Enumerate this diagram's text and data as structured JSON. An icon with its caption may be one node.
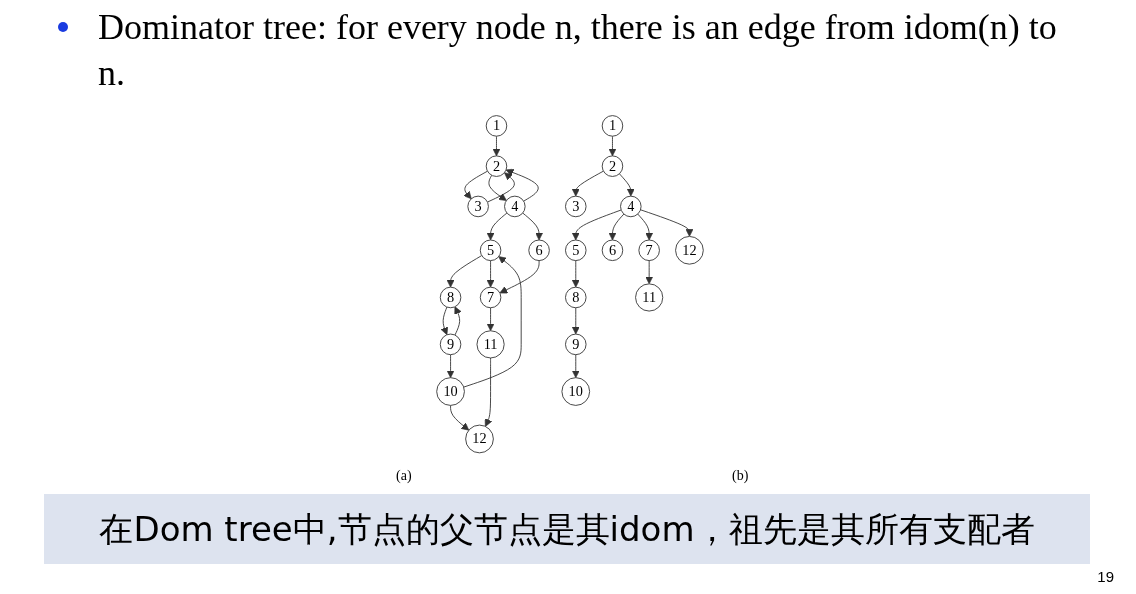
{
  "diagram": {
    "title": "Dominator tree: for every node n, there is an edge from idom(n) to n.",
    "caption": "在Dom tree中,节点的父节点是其idom，祖先是其所有支配者",
    "nodes": [
      {
        "text": [
          "1"
        ]
      },
      {
        "text": [
          "2"
        ]
      },
      {
        "text": [
          "3"
        ]
      },
      {
        "text": [
          "4"
        ]
      },
      {
        "text": [
          "5"
        ]
      },
      {
        "text": [
          "6"
        ]
      },
      {
        "text": [
          "8"
        ]
      },
      {
        "text": [
          "7"
        ]
      },
      {
        "text": [
          "9"
        ]
      },
      {
        "text": [
          "11"
        ]
      },
      {
        "text": [
          "10"
        ]
      },
      {
        "text": [
          "12"
        ]
      },
      {
        "text": [
          "1"
        ]
      },
      {
        "text": [
          "2"
        ]
      },
      {
        "text": [
          "3"
        ]
      },
      {
        "text": [
          "4"
        ]
      },
      {
        "text": [
          "5"
        ]
      },
      {
        "text": [
          "6"
        ]
      },
      {
        "text": [
          "7"
        ]
      },
      {
        "text": [
          "12"
        ]
      },
      {
        "text": [
          "8"
        ]
      },
      {
        "text": [
          "11"
        ]
      },
      {
        "text": [
          "9"
        ]
      },
      {
        "text": [
          "10"
        ]
      }
    ],
    "edges": [
      {
        "from": 0,
        "to": 1,
        "arrow": "to"
      },
      {
        "from": 1,
        "to": 2,
        "arrow": "to"
      },
      {
        "from": 2,
        "to": 1,
        "arrow": "to"
      },
      {
        "from": 1,
        "to": 3,
        "arrow": "to"
      },
      {
        "from": 3,
        "to": 1,
        "arrow": "to"
      },
      {
        "from": 3,
        "to": 4,
        "arrow": "to"
      },
      {
        "from": 3,
        "to": 5,
        "arrow": "to"
      },
      {
        "from": 4,
        "to": 6,
        "arrow": "to"
      },
      {
        "from": 4,
        "to": 7,
        "arrow": "to"
      },
      {
        "from": 5,
        "to": 7,
        "arrow": "to"
      },
      {
        "from": 6,
        "to": 8,
        "arrow": "to"
      },
      {
        "from": 8,
        "to": 6,
        "arrow": "to"
      },
      {
        "from": 7,
        "to": 9,
        "arrow": "to"
      },
      {
        "from": 8,
        "to": 10,
        "arrow": "to"
      },
      {
        "from": 10,
        "to": 4,
        "arrow": "to"
      },
      {
        "from": 9,
        "to": 11,
        "arrow": "to"
      },
      {
        "from": 10,
        "to": 11,
        "arrow": "to"
      },
      {
        "from": 12,
        "to": 13,
        "arrow": "to"
      },
      {
        "from": 13,
        "to": 14,
        "arrow": "to"
      },
      {
        "from": 13,
        "to": 15,
        "arrow": "to"
      },
      {
        "from": 15,
        "to": 16,
        "arrow": "to"
      },
      {
        "from": 15,
        "to": 17,
        "arrow": "to"
      },
      {
        "from": 15,
        "to": 18,
        "arrow": "to"
      },
      {
        "from": 15,
        "to": 19,
        "arrow": "to"
      },
      {
        "from": 16,
        "to": 20,
        "arrow": "to"
      },
      {
        "from": 18,
        "to": 21,
        "arrow": "to"
      },
      {
        "from": 20,
        "to": 22,
        "arrow": "to"
      },
      {
        "from": 22,
        "to": 23,
        "arrow": "to"
      }
    ],
    "labels": [
      "(a)",
      "(b)",
      "19"
    ]
  }
}
